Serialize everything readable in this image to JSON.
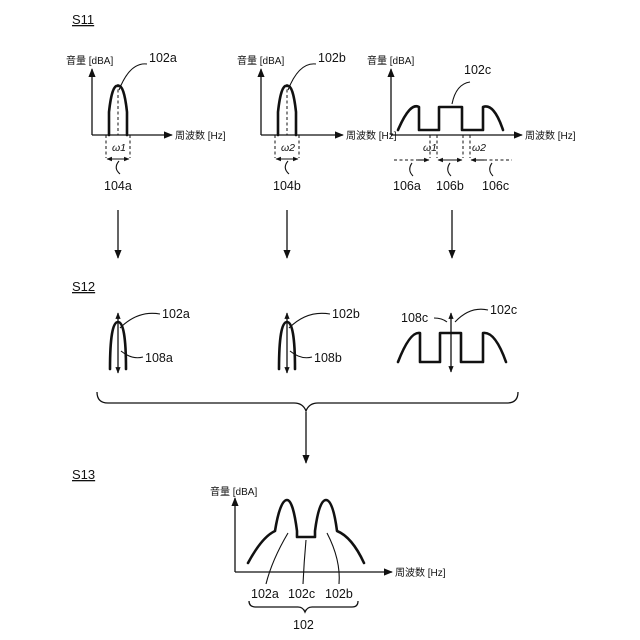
{
  "steps": {
    "s11": "S11",
    "s12": "S12",
    "s13": "S13"
  },
  "axis": {
    "y_label": "音量 [dBA]",
    "x_label": "周波数 [Hz]"
  },
  "omega": {
    "w1": "ω1",
    "w2": "ω2"
  },
  "refs": {
    "r102a": "102a",
    "r102b": "102b",
    "r102c": "102c",
    "r102": "102",
    "r104a": "104a",
    "r104b": "104b",
    "r106a": "106a",
    "r106b": "106b",
    "r106c": "106c",
    "r108a": "108a",
    "r108b": "108b",
    "r108c": "108c"
  }
}
